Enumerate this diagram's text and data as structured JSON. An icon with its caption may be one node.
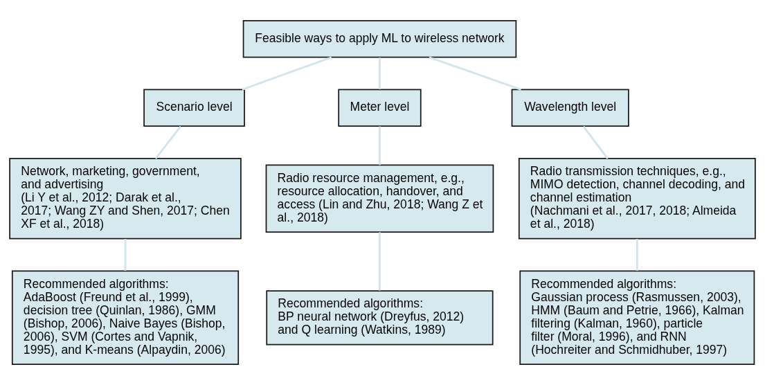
{
  "diagram": {
    "nodes": [
      {
        "text": [
          "Feasible ways to apply ML to wireless network"
        ]
      },
      {
        "text": [
          "Scenario level"
        ]
      },
      {
        "text": [
          "Meter level"
        ]
      },
      {
        "text": [
          "Wavelength level"
        ]
      },
      {
        "text": [
          "Network, marketing, government, and advertising",
          "(Li Y et al., 2012; Darak et al., 2017; Wang ZY and Shen, 2017; Chen XF et al., 2018)"
        ]
      },
      {
        "text": [
          "Radio resource management, e.g., resource allocation, handover, and access (Lin and Zhu, 2018; Wang Z et al., 2018)"
        ]
      },
      {
        "text": [
          "Radio transmission techniques, e.g., MIMO detection, channel decoding, and channel estimation",
          "(Nachmani et al., 2017, 2018; Almeida et al., 2018)"
        ]
      },
      {
        "text": [
          "Recommended algorithms:",
          "AdaBoost (Freund et al., 1999), decision tree (Quinlan, 1986), GMM (Bishop, 2006), Naive Bayes (Bishop, 2006), SVM (Cortes and Vapnik, 1995), and K-means (Alpaydin, 2006)"
        ]
      },
      {
        "text": [
          "Recommended algorithms:",
          "BP neural network (Dreyfus, 2012) and Q learning (Watkins, 1989)"
        ]
      },
      {
        "text": [
          "Recommended algorithms:",
          "Gaussian process (Rasmussen, 2003), HMM (Baum and Petrie, 1966), Kalman filtering (Kalman, 1960), particle filter (Moral, 1996), and RNN (Hochreiter and Schmidhuber, 1997)"
        ]
      }
    ],
    "edges": [
      {
        "from": 0,
        "to": 1,
        "arrow": "none"
      },
      {
        "from": 0,
        "to": 2,
        "arrow": "none"
      },
      {
        "from": 0,
        "to": 3,
        "arrow": "none"
      },
      {
        "from": 1,
        "to": 4,
        "arrow": "none"
      },
      {
        "from": 2,
        "to": 5,
        "arrow": "none"
      },
      {
        "from": 3,
        "to": 6,
        "arrow": "none"
      },
      {
        "from": 4,
        "to": 7,
        "arrow": "none"
      },
      {
        "from": 5,
        "to": 8,
        "arrow": "none"
      },
      {
        "from": 6,
        "to": 9,
        "arrow": "none"
      }
    ]
  }
}
